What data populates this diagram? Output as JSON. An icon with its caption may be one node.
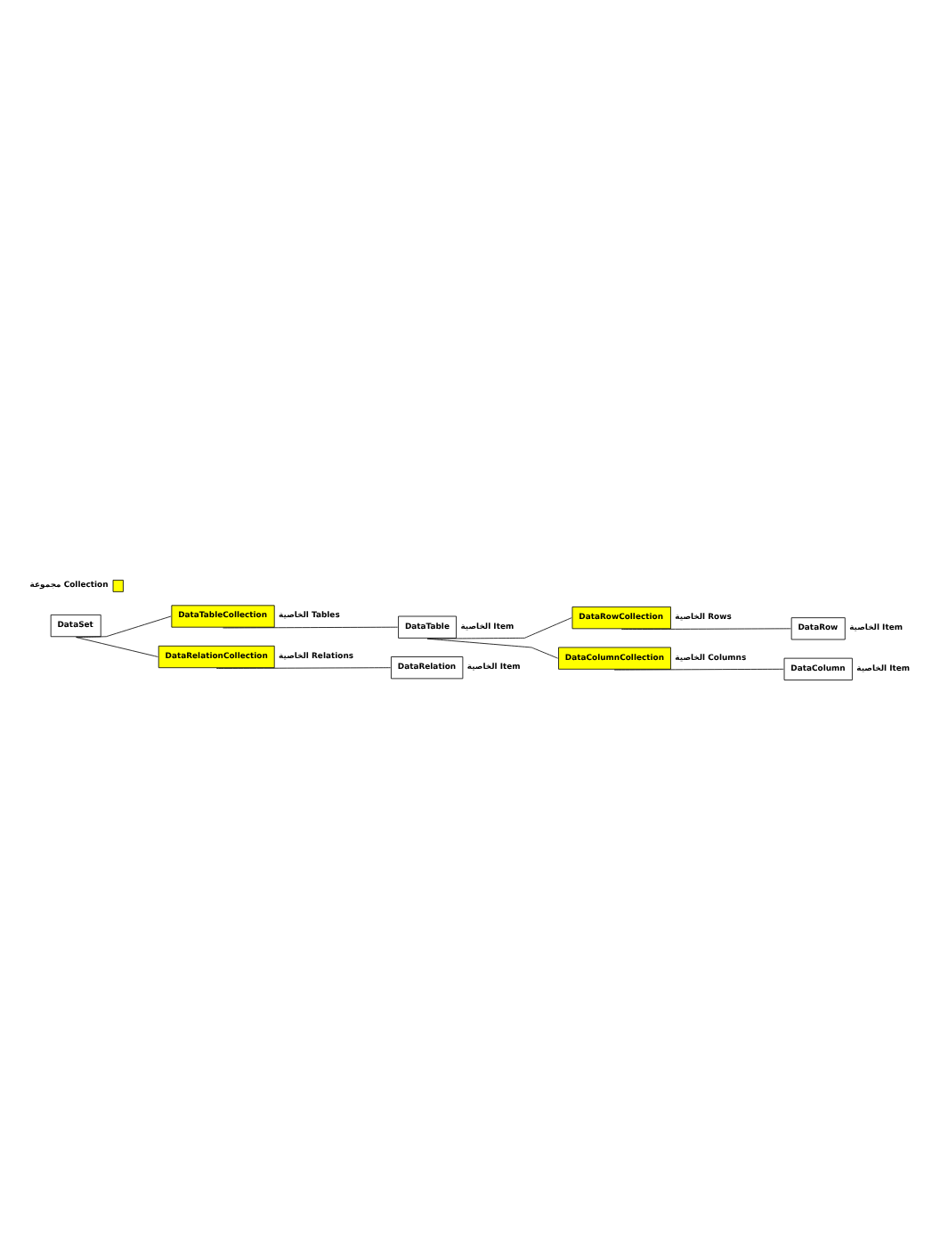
{
  "diagram": {
    "nodes": [
      {
        "text": [
          "DataSet"
        ]
      },
      {
        "text": [
          "DataTableCollection"
        ],
        "beside": [
          "الخاصية Tables"
        ]
      },
      {
        "text": [
          "DataTable"
        ],
        "beside": [
          "الخاصية Item"
        ]
      },
      {
        "text": [
          "DataRowCollection"
        ],
        "beside": [
          "الخاصية Rows"
        ]
      },
      {
        "text": [
          "DataRow"
        ],
        "beside": [
          "الخاصية Item"
        ]
      },
      {
        "text": [
          "DataColumnCollection"
        ],
        "beside": [
          "الخاصية Columns"
        ]
      },
      {
        "text": [
          "DataColumn"
        ],
        "beside": [
          "الخاصية Item"
        ]
      },
      {
        "text": [
          "DataRelationCollection"
        ],
        "beside": [
          "الخاصية Relations"
        ]
      },
      {
        "text": [
          "DataRelation"
        ],
        "beside": [
          "الخاصية Item"
        ]
      }
    ],
    "edges": [
      {
        "from": 0,
        "to": 1,
        "arrow": "none"
      },
      {
        "from": 1,
        "to": 2,
        "arrow": "none"
      },
      {
        "from": 2,
        "to": 3,
        "arrow": "none"
      },
      {
        "from": 3,
        "to": 4,
        "arrow": "none"
      },
      {
        "from": 2,
        "to": 5,
        "arrow": "none"
      },
      {
        "from": 5,
        "to": 6,
        "arrow": "none"
      },
      {
        "from": 0,
        "to": 7,
        "arrow": "none"
      },
      {
        "from": 7,
        "to": 8,
        "arrow": "none"
      }
    ],
    "legend": [
      {
        "text": "مجموعة Collection",
        "color": "#ffff00"
      }
    ]
  }
}
